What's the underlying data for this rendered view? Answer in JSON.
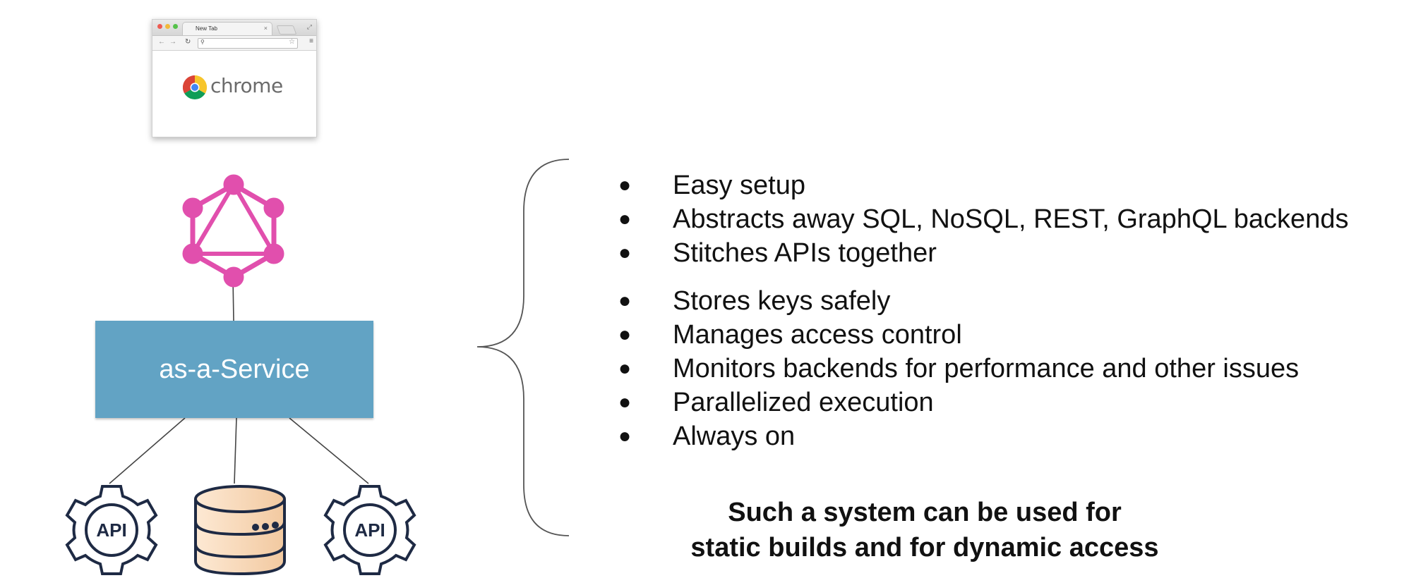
{
  "browser": {
    "tab_title": "New Tab",
    "tab_close": "×",
    "logo_text": "chrome",
    "icons": [
      "close-icon",
      "back-icon",
      "forward-icon",
      "reload-icon",
      "search-icon",
      "star-icon",
      "menu-icon"
    ]
  },
  "graphql": {
    "icon": "graphql-logo-icon",
    "color": "#e14fad"
  },
  "service": {
    "label": "as-a-Service",
    "color": "#62a3c4"
  },
  "backends": [
    {
      "icon": "api-gear-icon",
      "label": "API"
    },
    {
      "icon": "database-icon",
      "label": ""
    },
    {
      "icon": "api-gear-icon",
      "label": "API"
    }
  ],
  "features": [
    {
      "text": "Easy setup"
    },
    {
      "text": "Abstracts away SQL, NoSQL, REST, GraphQL backends"
    },
    {
      "text": "Stitches APIs together"
    },
    {
      "text": "Stores keys safely"
    },
    {
      "text": "Manages access control"
    },
    {
      "text": "Monitors backends for performance and other issues"
    },
    {
      "text": "Parallelized execution"
    },
    {
      "text": "Always on"
    }
  ],
  "bullet_glyph": "●",
  "conclusion": {
    "line1": "Such a system can be used for",
    "line2": "static builds and for dynamic access"
  }
}
